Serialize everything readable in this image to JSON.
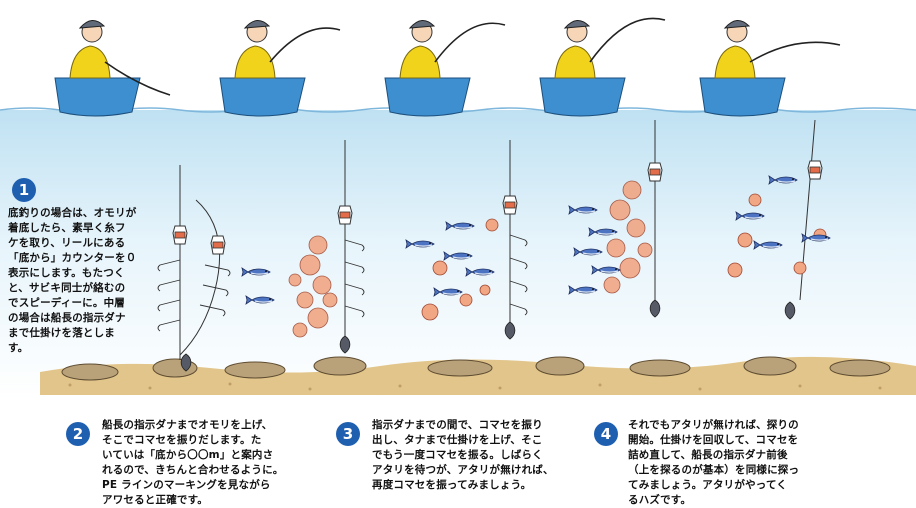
{
  "steps": [
    {
      "number": "1",
      "lines": [
        "底釣りの場合は、オモリが",
        "着底したら、素早く糸フ",
        "ケを取り、リールにある",
        "「底から」カウンターを０",
        "表示にします。もたつく",
        "と、サビキ同士が絡むの",
        "でスピーディーに。中層",
        "の場合は船長の指示ダナ",
        "まで仕掛けを落としま",
        "す。"
      ]
    },
    {
      "number": "2",
      "lines": [
        "船長の指示ダナまでオモリを上げ、",
        "そこでコマセを振りだします。た",
        "いていは「底から〇〇m」と案内さ",
        "れるので、きちんと合わせるように。",
        "PE ラインのマーキングを見ながら",
        "アワセると正確です。"
      ]
    },
    {
      "number": "3",
      "lines": [
        "指示ダナまでの間で、コマセを振り",
        "出し、タナまで仕掛けを上げ、そこ",
        "でもう一度コマセを振る。しばらく",
        "アタリを待つが、アタリが無ければ、",
        "再度コマセを振ってみましょう。"
      ]
    },
    {
      "number": "4",
      "lines": [
        "それでもアタリが無ければ、探りの",
        "開始。仕掛けを回収して、コマセを",
        "詰め直して、船長の指示ダナ前後",
        "（上を探るのが基本）を同様に探っ",
        "てみましょう。アタリがやってく",
        "るハズです。"
      ]
    }
  ],
  "colors": {
    "water_top": "#bfe1f2",
    "water_bottom": "#ffffff",
    "boat": "#3d8fd0",
    "jacket": "#f2d31c",
    "seabed": "#e2c58a",
    "chum": "#e88a6a",
    "number_badge": "#1f5fb0"
  },
  "icons": [
    "angler-icon",
    "boat-icon",
    "fishing-rod-icon",
    "chum-cage-icon",
    "sinker-icon",
    "fish-icon",
    "chum-cloud-icon",
    "seabed-rock-icon"
  ]
}
